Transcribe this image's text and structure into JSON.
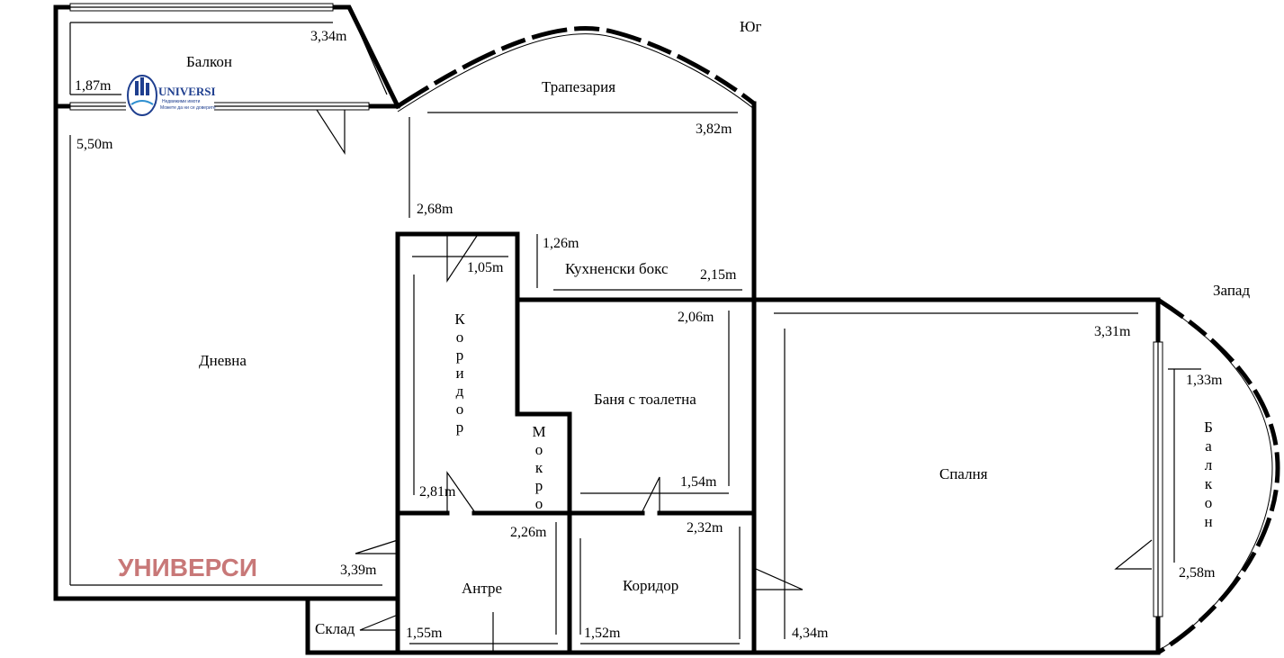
{
  "compass": {
    "south": "Юг",
    "west": "Запад"
  },
  "rooms": {
    "balcony_top": "Балкон",
    "dining": "Трапезария",
    "kitchen": "Кухненски бокс",
    "living": "Дневна",
    "corridor_upper": "Коридор",
    "bath": "Баня с тоалетна",
    "wet_area": "Мокро",
    "bedroom": "Спалня",
    "balcony_right": "Балкон",
    "entrance": "Антре",
    "corridor_lower": "Коридор",
    "storage": "Склад"
  },
  "dimensions": {
    "balcony_top_length": "3,34m",
    "balcony_top_depth": "1,87m",
    "dining_width": "3,82m",
    "living_length": "5,50m",
    "dining_depth": "2,68m",
    "kitchen_depth": "1,26m",
    "corridor_width": "1,05m",
    "kitchen_width": "2,15m",
    "bath_width": "2,06m",
    "bedroom_width": "3,31m",
    "balcony_right_depth": "1,33m",
    "bath_depth": "1,54m",
    "corridor_length": "2,81m",
    "entrance_width": "2,26m",
    "corridor_lower_width": "2,32m",
    "living_width": "3,39m",
    "balcony_right_length": "2,58m",
    "storage_width": "1,55m",
    "corridor_lower_length": "1,52m",
    "bedroom_length": "4,34m"
  },
  "branding": {
    "logo_text": "UNIVERSI",
    "logo_tagline_1": "Недвижими имоти",
    "logo_tagline_2": "Можете да ни се доверите",
    "watermark": "УНИВЕРСИ",
    "watermark_color": "#c87878",
    "logo_color": "#1f3f8f"
  }
}
